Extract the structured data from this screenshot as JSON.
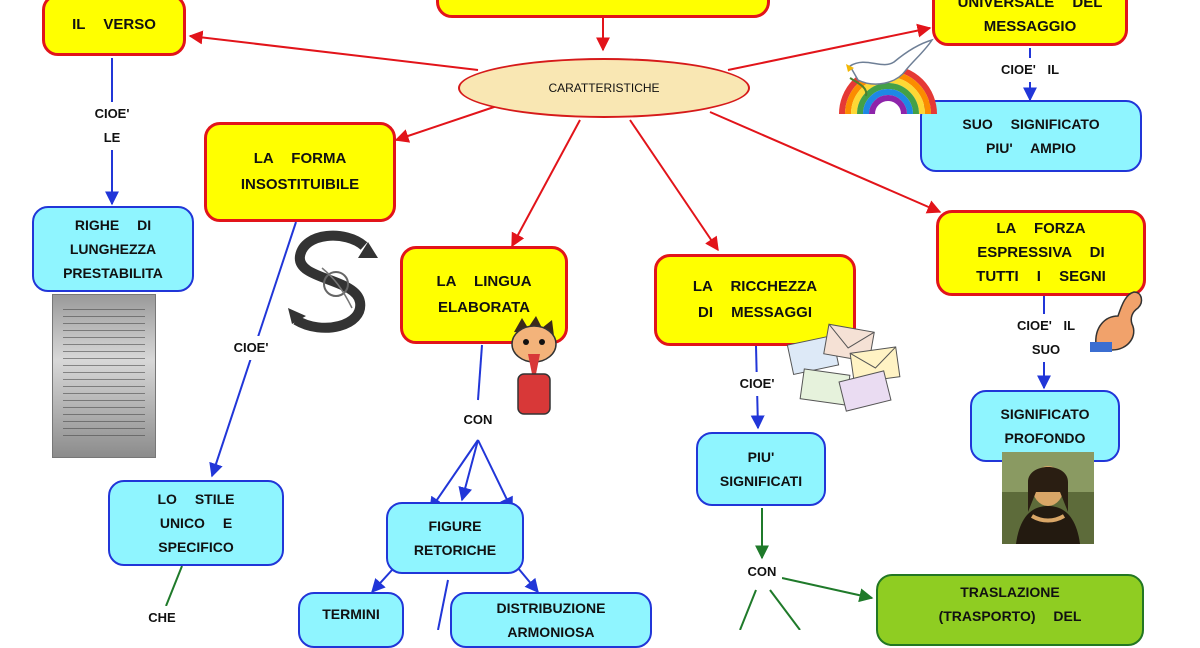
{
  "nodes": {
    "verso": "IL VERSO",
    "caratteristiche": "CARATTERISTICHE",
    "universale": "UNIVERSALE DEL\nMESSAGGIO",
    "suo_significato": "SUO SIGNIFICATO\nPIU' AMPIO",
    "forma": "LA FORMA\nINSOSTITUIBILE",
    "righe": "RIGHE DI\nLUNGHEZZA\nPRESTABILITA",
    "lingua": "LA LINGUA\nELABORATA",
    "ricchezza": "LA RICCHEZZA\nDI MESSAGGI",
    "forza": "LA FORZA\nESPRESSIVA DI\nTUTTI I SEGNI",
    "significato_profondo": "SIGNIFICATO\nPROFONDO",
    "stile": "LO STILE\nUNICO E\nSPECIFICO",
    "figure": "FIGURE\nRETORICHE",
    "piu_significati": "PIU'\nSIGNIFICATI",
    "termini": "TERMINI",
    "distribuzione": "DISTRIBUZIONE\nARMONIOSA",
    "traslazione": "TRASLAZIONE\n(TRASPORTO) DEL"
  },
  "labels": {
    "cioe_le": "CIOE'\nLE",
    "cioe_il_top": "CIOE' IL",
    "cioe_forma": "CIOE'",
    "con_lingua": "CON",
    "cioe_ricchezza": "CIOE'",
    "cioe_il_suo": "CIOE' IL\nSUO",
    "con_significati": "CON",
    "che": "CHE"
  },
  "colors": {
    "red_link": "#e2141a",
    "blue_link": "#2136d8",
    "green_link": "#1f7a2a",
    "yellow": "#ffff00",
    "cyan": "#8ff5ff",
    "green_node": "#8fcd22"
  },
  "images": [
    "dove-rainbow",
    "stylized-s-drawing",
    "poem-page",
    "cartoon-boy",
    "envelopes",
    "flexed-arm",
    "mona-lisa"
  ]
}
